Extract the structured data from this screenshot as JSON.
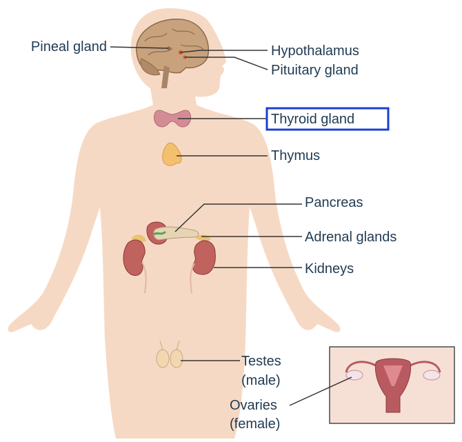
{
  "labels": {
    "pineal": "Pineal gland",
    "hypothalamus": "Hypothalamus",
    "pituitary": "Pituitary gland",
    "thyroid": "Thyroid gland",
    "thymus": "Thymus",
    "pancreas": "Pancreas",
    "adrenal": "Adrenal glands",
    "kidneys": "Kidneys",
    "testes_1": "Testes",
    "testes_2": "(male)",
    "ovaries_1": "Ovaries",
    "ovaries_2": "(female)"
  },
  "highlighted_label": "Thyroid gland",
  "colors": {
    "skin": "#f6d9c4",
    "label_text": "#1f3a52",
    "leader_line": "#333333",
    "highlight_box": "#1a3fd1",
    "brain": "#c8a27c",
    "kidney": "#c0625e",
    "thyroid": "#d38c95",
    "thymus": "#f2c06e",
    "inset_background": "#f6e0d6",
    "inset_border": "#4a4a4a",
    "uterus": "#b85a60"
  }
}
